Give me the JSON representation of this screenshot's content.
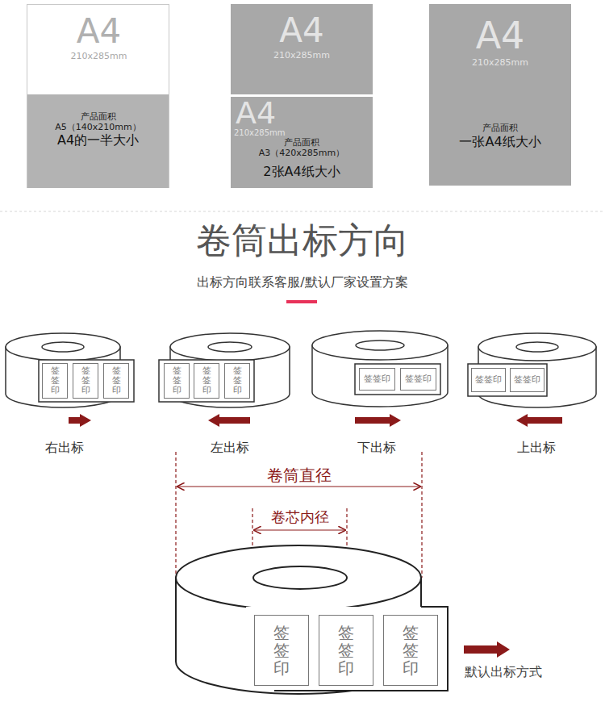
{
  "diagram": {
    "title": "卷筒出标方向",
    "nodes": [
      {
        "text": [
          "A4",
          "210x285mm"
        ]
      },
      {
        "text": [
          "产品面积",
          "A5（140x210mm）",
          "A4的一半大小"
        ],
        "in": 0
      },
      {
        "text": [
          "A4",
          "210x285mm"
        ]
      },
      {
        "text": [
          "A4",
          "210x285mm",
          "产品面积",
          "A3（420x285mm）",
          "2张A4纸大小"
        ]
      },
      {
        "text": [
          "A4",
          "210x285mm",
          "产品面积",
          "一张A4纸大小"
        ]
      },
      {
        "text": [
          "签签印"
        ]
      },
      {
        "text": [
          "签签印"
        ]
      },
      {
        "text": [
          "签签印"
        ]
      },
      {
        "text": [
          "签签印"
        ]
      },
      {
        "text": [
          "签签印"
        ]
      },
      {
        "text": [
          "签签印"
        ]
      },
      {
        "text": [
          "签签印"
        ]
      },
      {
        "text": [
          "签签印"
        ]
      },
      {
        "text": [
          "签签印"
        ]
      },
      {
        "text": [
          "签签印"
        ]
      },
      {
        "text": [
          "签签印"
        ]
      },
      {
        "text": [
          "签签印"
        ]
      },
      {
        "text": [
          "签签印"
        ]
      }
    ],
    "labels": [
      "出标方向联系客服/默认厂家设置方案",
      "右出标",
      "左出标",
      "下出标",
      "上出标",
      "卷筒直径",
      "卷芯内径",
      "默认出标方式"
    ]
  }
}
